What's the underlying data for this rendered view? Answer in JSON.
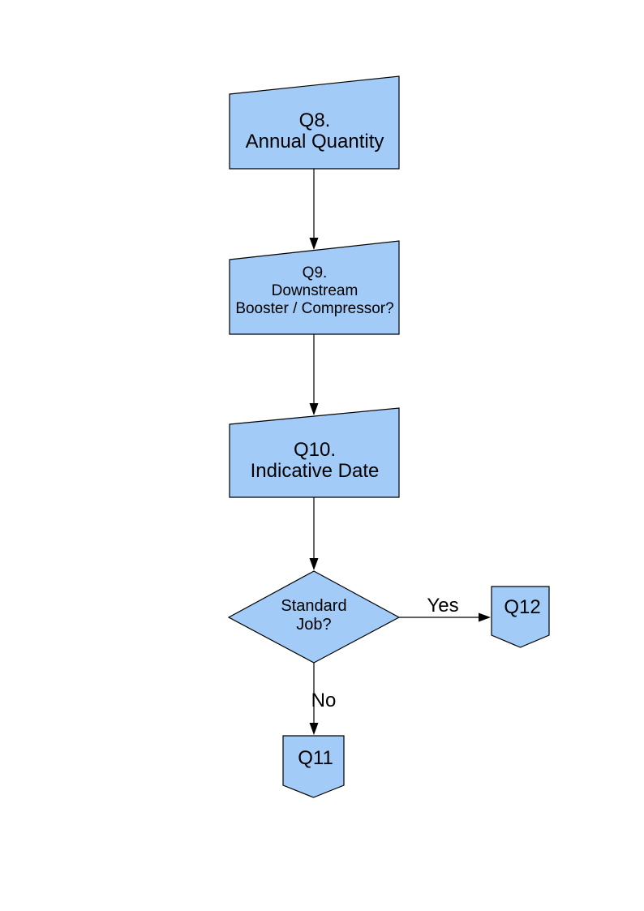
{
  "colors": {
    "page_bg": "#FFFFFF",
    "node_fill": "#A2CBF7",
    "node_stroke": "#000000",
    "connector": "#000000",
    "text": "#000000"
  },
  "nodes": {
    "q8": {
      "type": "manual-input-shape",
      "label": "Q8.\nAnnual Quantity"
    },
    "q9": {
      "type": "manual-input-shape",
      "label": "Q9.\nDownstream\nBooster / Compressor?"
    },
    "q10": {
      "type": "manual-input-shape",
      "label": "Q10.\nIndicative Date"
    },
    "decision": {
      "type": "decision-diamond",
      "label": "Standard\nJob?"
    },
    "q12": {
      "type": "off-page-connector",
      "label": "Q12"
    },
    "q11": {
      "type": "off-page-connector",
      "label": "Q11"
    }
  },
  "edges": [
    {
      "from": "q8",
      "to": "q9",
      "label": ""
    },
    {
      "from": "q9",
      "to": "q10",
      "label": ""
    },
    {
      "from": "q10",
      "to": "decision",
      "label": ""
    },
    {
      "from": "decision",
      "to": "q12",
      "label": "Yes"
    },
    {
      "from": "decision",
      "to": "q11",
      "label": "No"
    }
  ]
}
